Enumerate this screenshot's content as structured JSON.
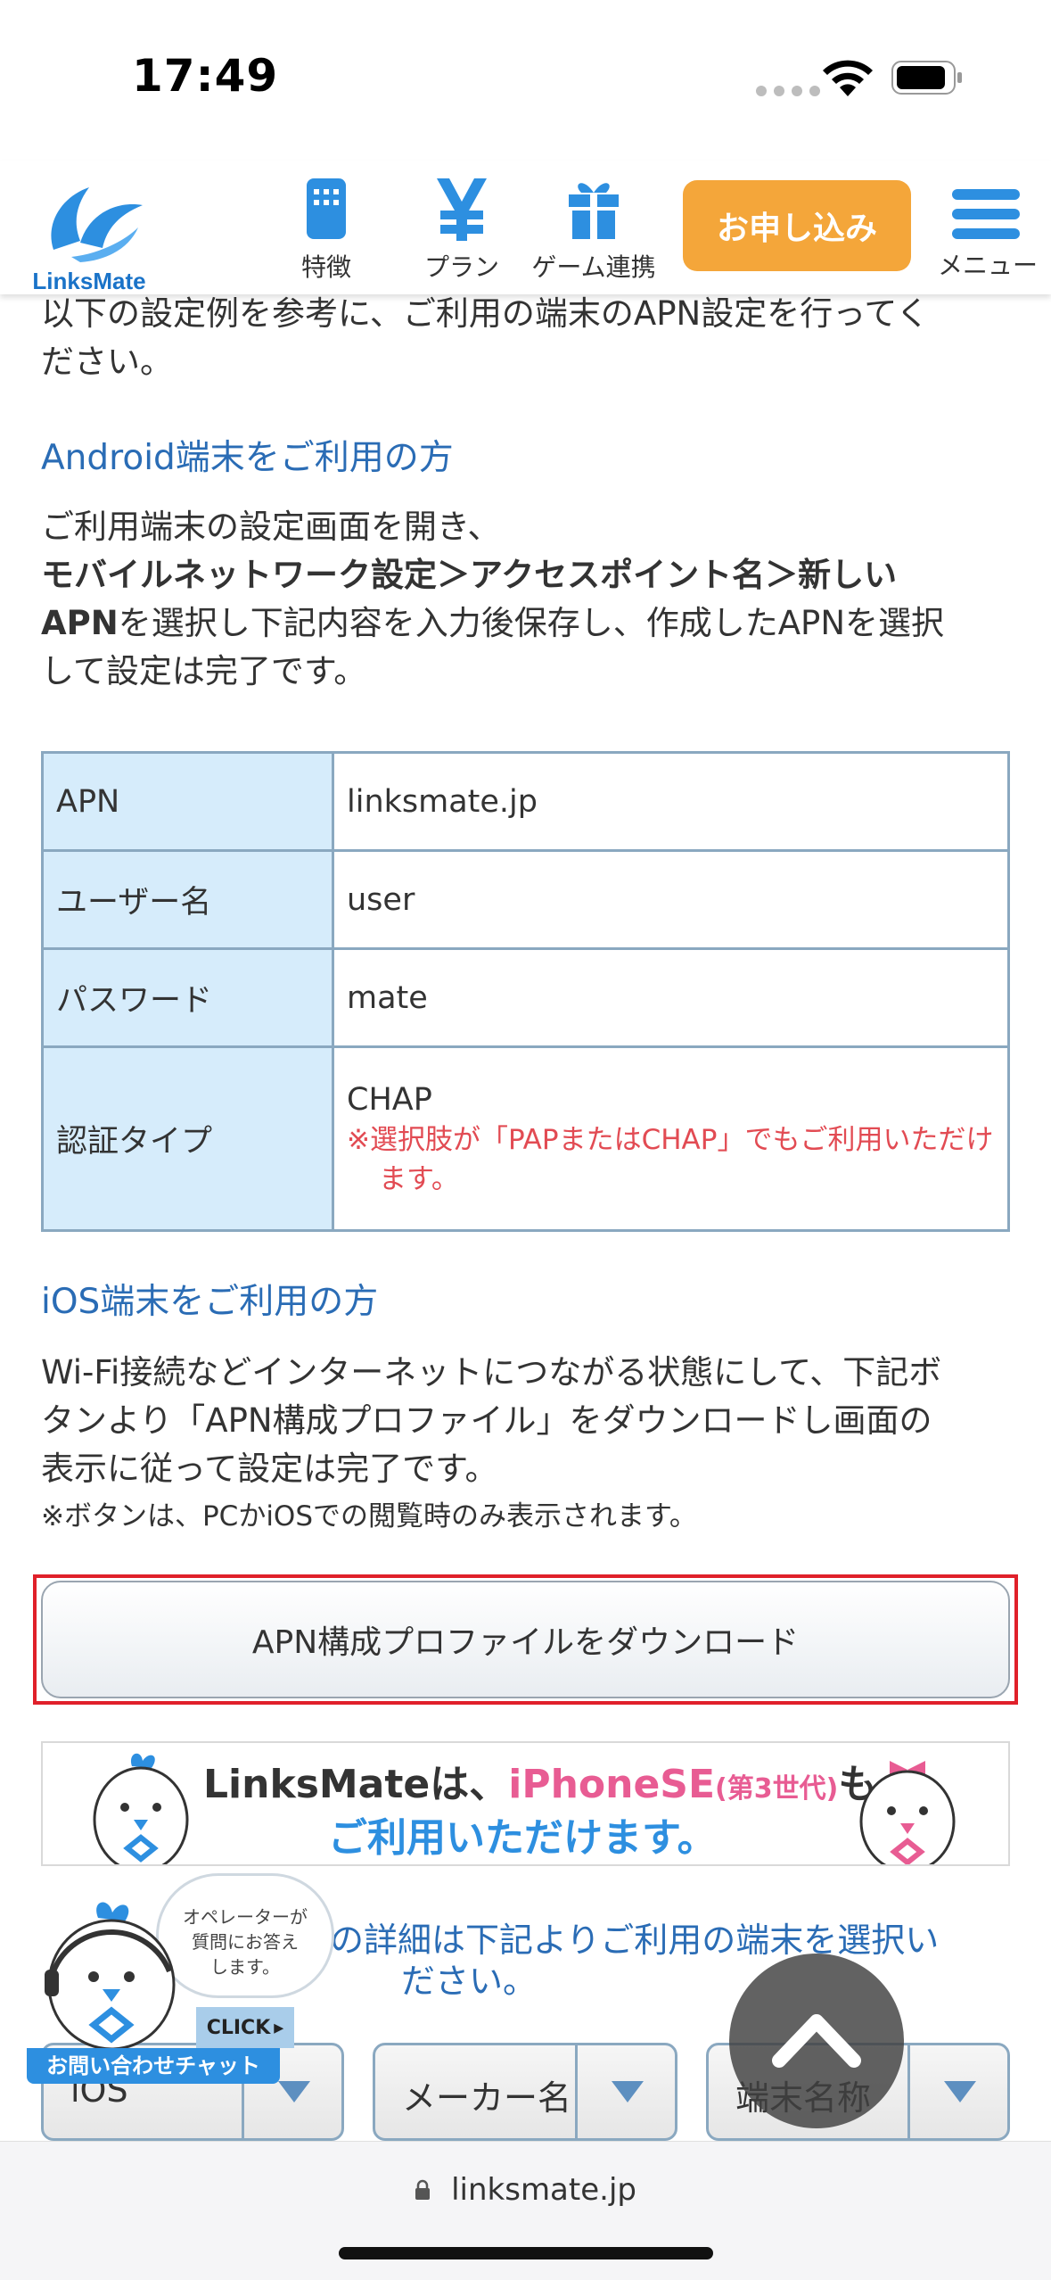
{
  "status_bar": {
    "time": "17:49"
  },
  "header": {
    "logo_text": "LinksMate",
    "nav": [
      {
        "label": "特徴"
      },
      {
        "label": "プラン"
      },
      {
        "label": "ゲーム連携"
      }
    ],
    "apply_label": "お申し込み",
    "menu_label": "メニュー"
  },
  "content": {
    "intro_line1": "以下の設定例を参考に、ご利用の端末のAPN設定を行ってく",
    "intro_line2": "ださい。",
    "android_heading": "Android端末をご利用の方",
    "android_line1": "ご利用端末の設定画面を開き、",
    "android_bold1": "モバイルネットワーク設定＞アクセスポイント名＞新しい",
    "android_bold2": "APN",
    "android_line3": "を選択し下記内容を入力後保存し、作成したAPNを選択",
    "android_line4": "して設定は完了です。",
    "apn_table": [
      {
        "key": "APN",
        "value": "linksmate.jp"
      },
      {
        "key": "ユーザー名",
        "value": "user"
      },
      {
        "key": "パスワード",
        "value": "mate"
      },
      {
        "key": "認証タイプ",
        "value": "CHAP",
        "note": "※選択肢が「PAPまたはCHAP」でもご利用いただけます。"
      }
    ],
    "ios_heading": "iOS端末をご利用の方",
    "ios_line1": "Wi-Fi接続などインターネットにつながる状態にして、下記ボ",
    "ios_line2": "タンより「APN構成プロファイル」をダウンロードし画面の",
    "ios_line3": "表示に従って設定は完了です。",
    "ios_note": "※ボタンは、PCかiOSでの閲覧時のみ表示されます。",
    "download_button": "APN構成プロファイルをダウンロード",
    "banner": {
      "part1": "LinksMateは、",
      "part2": "iPhoneSE",
      "part3": "(第3世代)",
      "part4": "も",
      "line2": "ご利用いただけます。"
    },
    "device_line1": "の詳細は下記よりご利用の端末を選択い",
    "device_line2": "ださい。",
    "selects": [
      {
        "value": "iOS"
      },
      {
        "value": "メーカー名"
      },
      {
        "value": "端末名称"
      }
    ]
  },
  "chat": {
    "bubble_line1": "オペレーターが",
    "bubble_line2": "質問にお答え",
    "bubble_line3": "します。",
    "click": "CLICK",
    "label": "お問い合わせチャット"
  },
  "browser": {
    "url": "linksmate.jp"
  },
  "colors": {
    "accent_blue": "#2d8fe0",
    "heading_blue": "#2a6cb5",
    "apply_orange": "#f4a63a",
    "note_red": "#e24b53",
    "table_key_bg": "#d6ecfb",
    "highlight_red": "#e0202a"
  }
}
